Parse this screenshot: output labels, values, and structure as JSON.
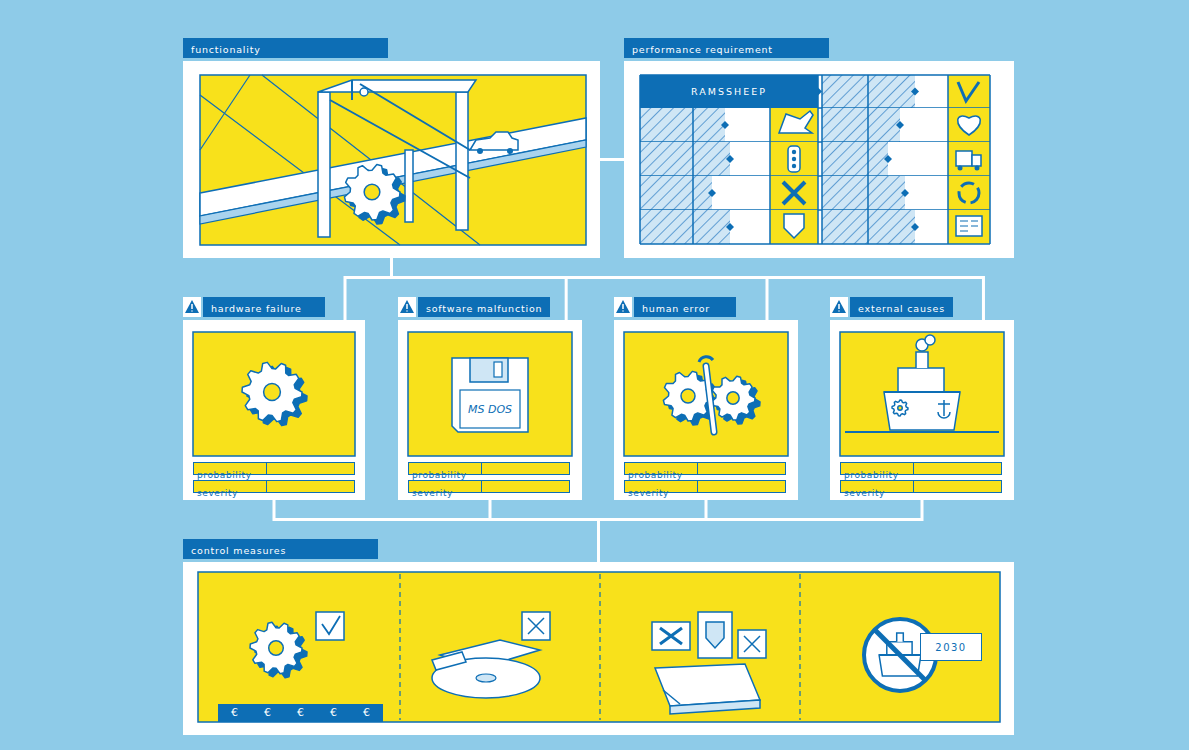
{
  "diagram": {
    "nodes": [
      {
        "text": [
          "functionality"
        ]
      },
      {
        "text": [
          "performance requirement"
        ]
      },
      {
        "text": [
          "RAMSSHEEP"
        ],
        "in": 1
      },
      {
        "text": [
          "hardware failure"
        ]
      },
      {
        "text": [
          "probability"
        ],
        "in": 3
      },
      {
        "text": [
          "severity"
        ],
        "in": 3
      },
      {
        "text": [
          "software malfunction"
        ]
      },
      {
        "text": [
          "probability"
        ],
        "in": 6
      },
      {
        "text": [
          "severity"
        ],
        "in": 6
      },
      {
        "text": [
          "human error"
        ]
      },
      {
        "text": [
          "probability"
        ],
        "in": 9
      },
      {
        "text": [
          "severity"
        ],
        "in": 9
      },
      {
        "text": [
          "external causes"
        ]
      },
      {
        "text": [
          "probability"
        ],
        "in": 12
      },
      {
        "text": [
          "severity"
        ],
        "in": 12
      },
      {
        "text": [
          "control measures"
        ]
      },
      {
        "text": [
          "2030"
        ],
        "in": 15
      }
    ],
    "edges": [
      {
        "from": 0,
        "to": 1,
        "arrow": "none"
      },
      {
        "from": 0,
        "to": 3,
        "arrow": "none"
      },
      {
        "from": 0,
        "to": 6,
        "arrow": "none"
      },
      {
        "from": 0,
        "to": 9,
        "arrow": "none"
      },
      {
        "from": 0,
        "to": 12,
        "arrow": "none"
      },
      {
        "from": 3,
        "to": 15,
        "arrow": "none"
      },
      {
        "from": 6,
        "to": 15,
        "arrow": "none"
      },
      {
        "from": 9,
        "to": 15,
        "arrow": "none"
      },
      {
        "from": 12,
        "to": 15,
        "arrow": "none"
      }
    ],
    "labels": [
      "MS DOS",
      "€",
      "€",
      "€",
      "€",
      "€"
    ]
  }
}
